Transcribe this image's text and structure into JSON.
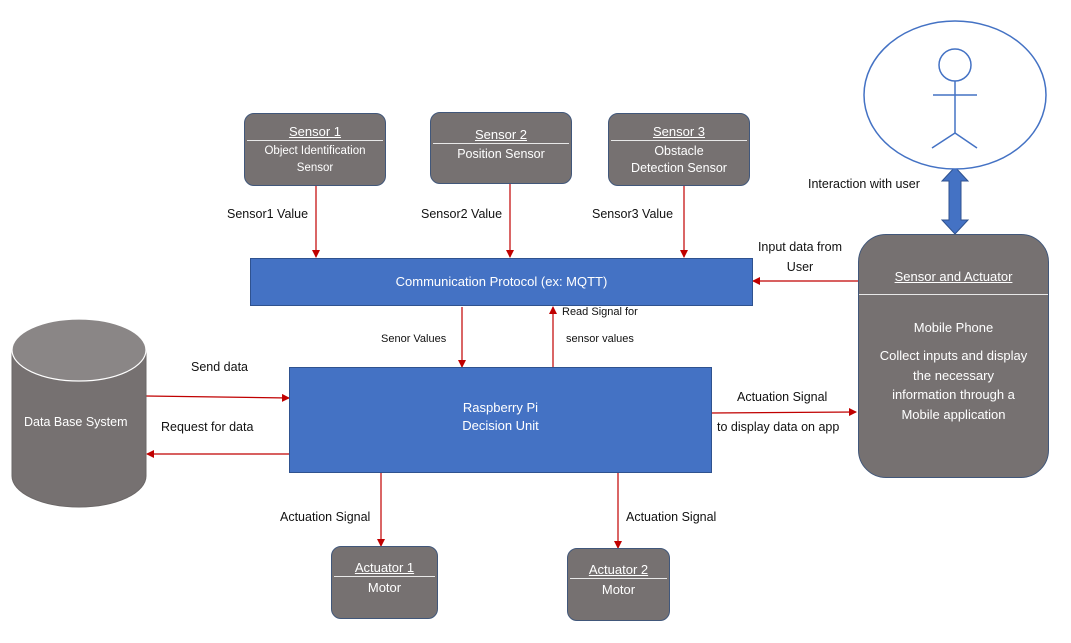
{
  "colors": {
    "box_gray": "#767171",
    "box_blue": "#4472c4",
    "arrow_red": "#c00000",
    "arrow_blue": "#4472c4",
    "actor_outline": "#4472c4"
  },
  "sensors": [
    {
      "title": "Sensor 1",
      "subtitle": "Object Identification\nSensor",
      "value_label": "Sensor1 Value"
    },
    {
      "title": "Sensor 2",
      "subtitle": "Position Sensor",
      "value_label": "Sensor2 Value"
    },
    {
      "title": "Sensor 3",
      "subtitle": "Obstacle\nDetection Sensor",
      "value_label": "Sensor3 Value"
    }
  ],
  "comm_protocol": {
    "label": "Communication Protocol (ex: MQTT)"
  },
  "raspberry_pi": {
    "line1": "Raspberry Pi",
    "line2": "Decision Unit"
  },
  "database": {
    "label": "Data Base System"
  },
  "mobile": {
    "title": "Sensor and Actuator",
    "name": "Mobile Phone",
    "description": "Collect inputs and display\nthe necessary\ninformation through a\nMobile application"
  },
  "actuators": [
    {
      "title": "Actuator 1",
      "subtitle": "Motor"
    },
    {
      "title": "Actuator 2",
      "subtitle": "Motor"
    }
  ],
  "labels": {
    "senor_values": "Senor Values",
    "read_signal": "Read Signal for",
    "read_signal_2": "sensor values",
    "send_data": "Send data",
    "request_data": "Request for data",
    "actuation_signal_app": "Actuation Signal",
    "display_on_app": "to display data on app",
    "input_data_user": "Input data from\nUser",
    "interaction_user": "Interaction with user",
    "actuation_signal_1": "Actuation Signal",
    "actuation_signal_2": "Actuation Signal"
  }
}
